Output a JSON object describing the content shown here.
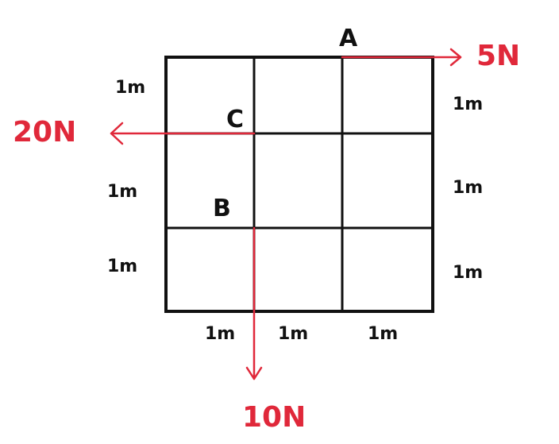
{
  "points": {
    "a": "A",
    "b": "B",
    "c": "C"
  },
  "forces": {
    "a": "5N",
    "c": "20N",
    "b": "10N"
  },
  "dimensions": {
    "left": [
      "1m",
      "1m",
      "1m"
    ],
    "right": [
      "1m",
      "1m",
      "1m"
    ],
    "bottom": [
      "1m",
      "1m",
      "1m"
    ]
  },
  "colors": {
    "frame": "#111111",
    "force": "#e0283a"
  }
}
